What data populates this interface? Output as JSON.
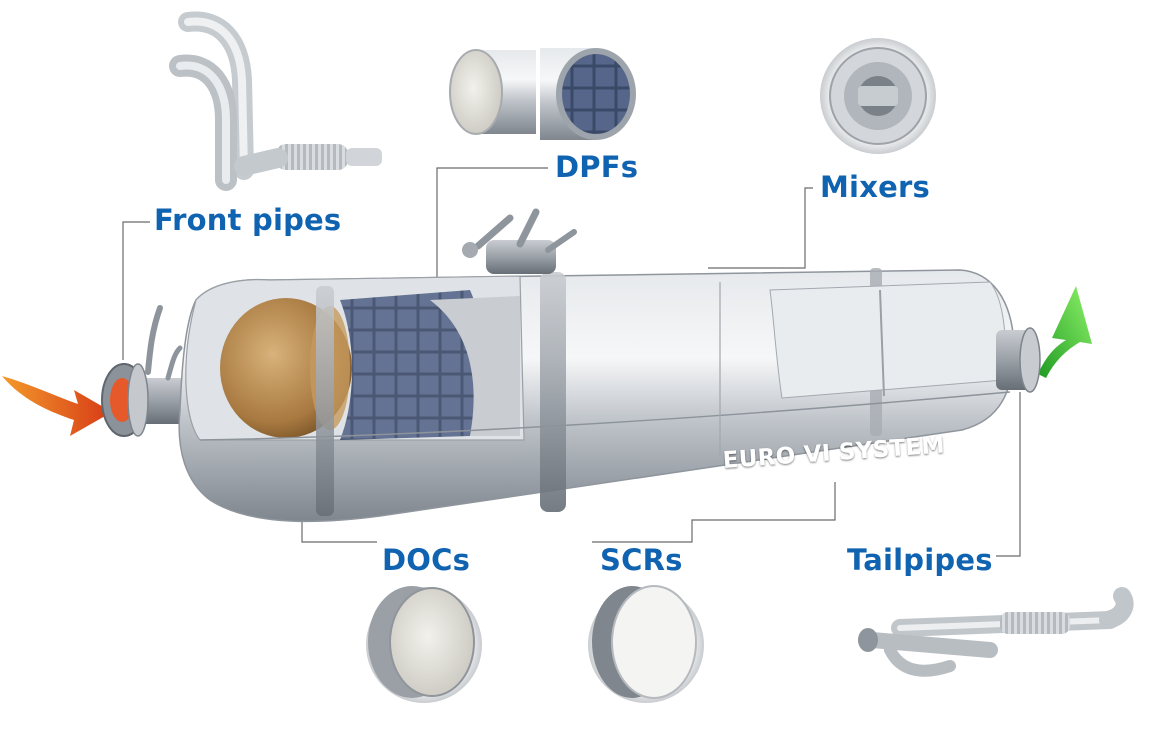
{
  "diagram": {
    "labels": {
      "front_pipes": "Front pipes",
      "dpfs": "DPFs",
      "mixers": "Mixers",
      "docs": "DOCs",
      "scrs": "SCRs",
      "tailpipes": "Tailpipes"
    },
    "system_label": "EURO VI SYSTEM"
  },
  "colors": {
    "label": "#0f63b0",
    "leader": "#6b6b6b",
    "inlet_arrow": "#e4521c",
    "outlet_arrow": "#3fc62f",
    "metal_light": "#eceff2",
    "metal_mid": "#b9bec4",
    "metal_dark": "#7c838b",
    "doc_substrate": "#b8894c",
    "dpf_grid": "#2e3a55"
  },
  "icons": [
    "inlet-arrow-icon",
    "outlet-arrow-icon"
  ]
}
